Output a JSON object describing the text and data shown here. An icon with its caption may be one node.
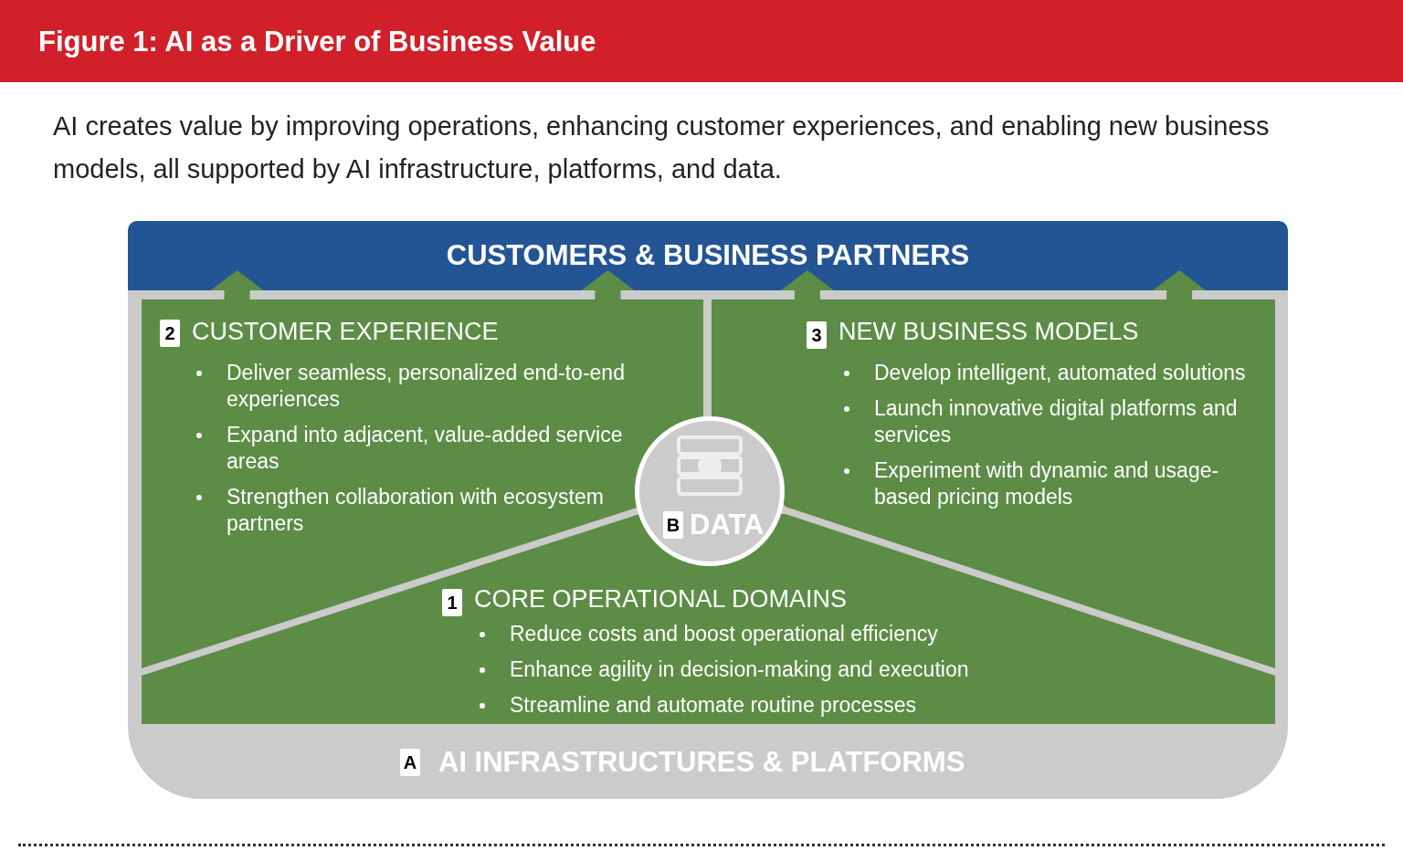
{
  "diagram": {
    "title": "Figure 1: AI as a Driver of Business Value",
    "nodes": [
      {
        "text": [
          "CUSTOMERS & BUSINESS PARTNERS"
        ]
      },
      {
        "text": [
          "A",
          "AI INFRASTRUCTURES & PLATFORMS"
        ]
      },
      {
        "text": [
          "2",
          "CUSTOMER EXPERIENCE",
          "Deliver seamless, personalized end-to-end experiences",
          "Expand into adjacent, value-added service areas",
          "Strengthen collaboration with ecosystem partners"
        ],
        "in": 1
      },
      {
        "text": [
          "3",
          "NEW BUSINESS MODELS",
          "Develop intelligent, automated solutions",
          "Launch innovative digital platforms and services",
          "Experiment with dynamic and usage-based pricing models"
        ],
        "in": 1
      },
      {
        "text": [
          "1",
          "CORE OPERATIONAL DOMAINS",
          "Reduce costs and boost operational efficiency",
          "Enhance agility in decision-making and execution",
          "Streamline and automate routine processes"
        ],
        "in": 1
      },
      {
        "text": [
          "B",
          "DATA"
        ],
        "in": 1
      }
    ],
    "edges": [
      {
        "from": 2,
        "to": 0,
        "arrow": "to"
      },
      {
        "from": 2,
        "to": 0,
        "arrow": "to"
      },
      {
        "from": 3,
        "to": 0,
        "arrow": "to"
      },
      {
        "from": 3,
        "to": 0,
        "arrow": "to"
      }
    ],
    "labels": [
      "AI creates value by improving operations, enhancing customer experiences, and enabling new business models, all supported by AI infrastructure, platforms, and data."
    ]
  }
}
